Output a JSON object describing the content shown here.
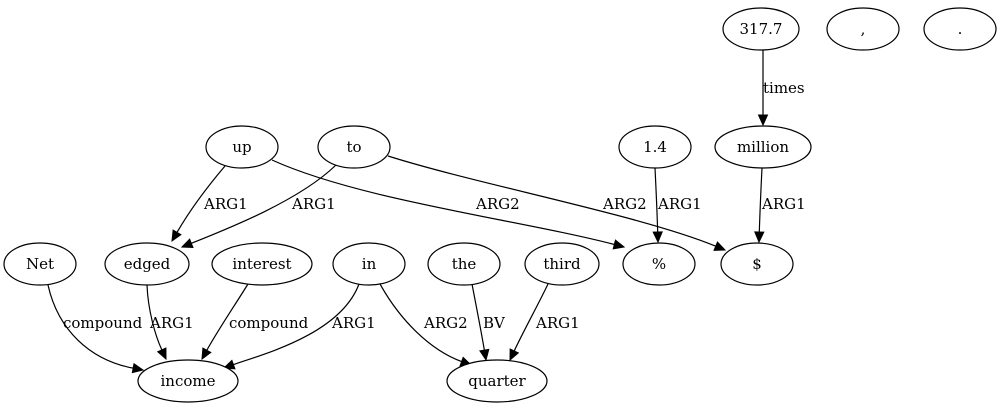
{
  "graph": {
    "nodes": [
      {
        "id": "n3177",
        "label": "317.7"
      },
      {
        "id": "ncomma",
        "label": ","
      },
      {
        "id": "nperiod",
        "label": "."
      },
      {
        "id": "nup",
        "label": "up"
      },
      {
        "id": "nto",
        "label": "to"
      },
      {
        "id": "n14",
        "label": "1.4"
      },
      {
        "id": "nmillion",
        "label": "million"
      },
      {
        "id": "nnet",
        "label": "Net"
      },
      {
        "id": "nedged",
        "label": "edged"
      },
      {
        "id": "ninterest",
        "label": "interest"
      },
      {
        "id": "nin",
        "label": "in"
      },
      {
        "id": "nthe",
        "label": "the"
      },
      {
        "id": "nthird",
        "label": "third"
      },
      {
        "id": "npct",
        "label": "%"
      },
      {
        "id": "ndollar",
        "label": "$"
      },
      {
        "id": "nincome",
        "label": "income"
      },
      {
        "id": "nquarter",
        "label": "quarter"
      }
    ],
    "edges": [
      {
        "id": "e1",
        "from": "n3177",
        "to": "nmillion",
        "label": "times"
      },
      {
        "id": "e2",
        "from": "nup",
        "to": "nedged",
        "label": "ARG1"
      },
      {
        "id": "e3",
        "from": "nup",
        "to": "npct",
        "label": "ARG2"
      },
      {
        "id": "e4",
        "from": "nto",
        "to": "nedged",
        "label": "ARG1"
      },
      {
        "id": "e5",
        "from": "nto",
        "to": "ndollar",
        "label": "ARG2"
      },
      {
        "id": "e6",
        "from": "n14",
        "to": "npct",
        "label": "ARG1"
      },
      {
        "id": "e7",
        "from": "nmillion",
        "to": "ndollar",
        "label": "ARG1"
      },
      {
        "id": "e8",
        "from": "nnet",
        "to": "nincome",
        "label": "compound"
      },
      {
        "id": "e9",
        "from": "nedged",
        "to": "nincome",
        "label": "ARG1"
      },
      {
        "id": "e10",
        "from": "ninterest",
        "to": "nincome",
        "label": "compound"
      },
      {
        "id": "e11",
        "from": "nin",
        "to": "nincome",
        "label": "ARG1"
      },
      {
        "id": "e12",
        "from": "nin",
        "to": "nquarter",
        "label": "ARG2"
      },
      {
        "id": "e13",
        "from": "nthe",
        "to": "nquarter",
        "label": "BV"
      },
      {
        "id": "e14",
        "from": "nthird",
        "to": "nquarter",
        "label": "ARG1"
      }
    ]
  }
}
